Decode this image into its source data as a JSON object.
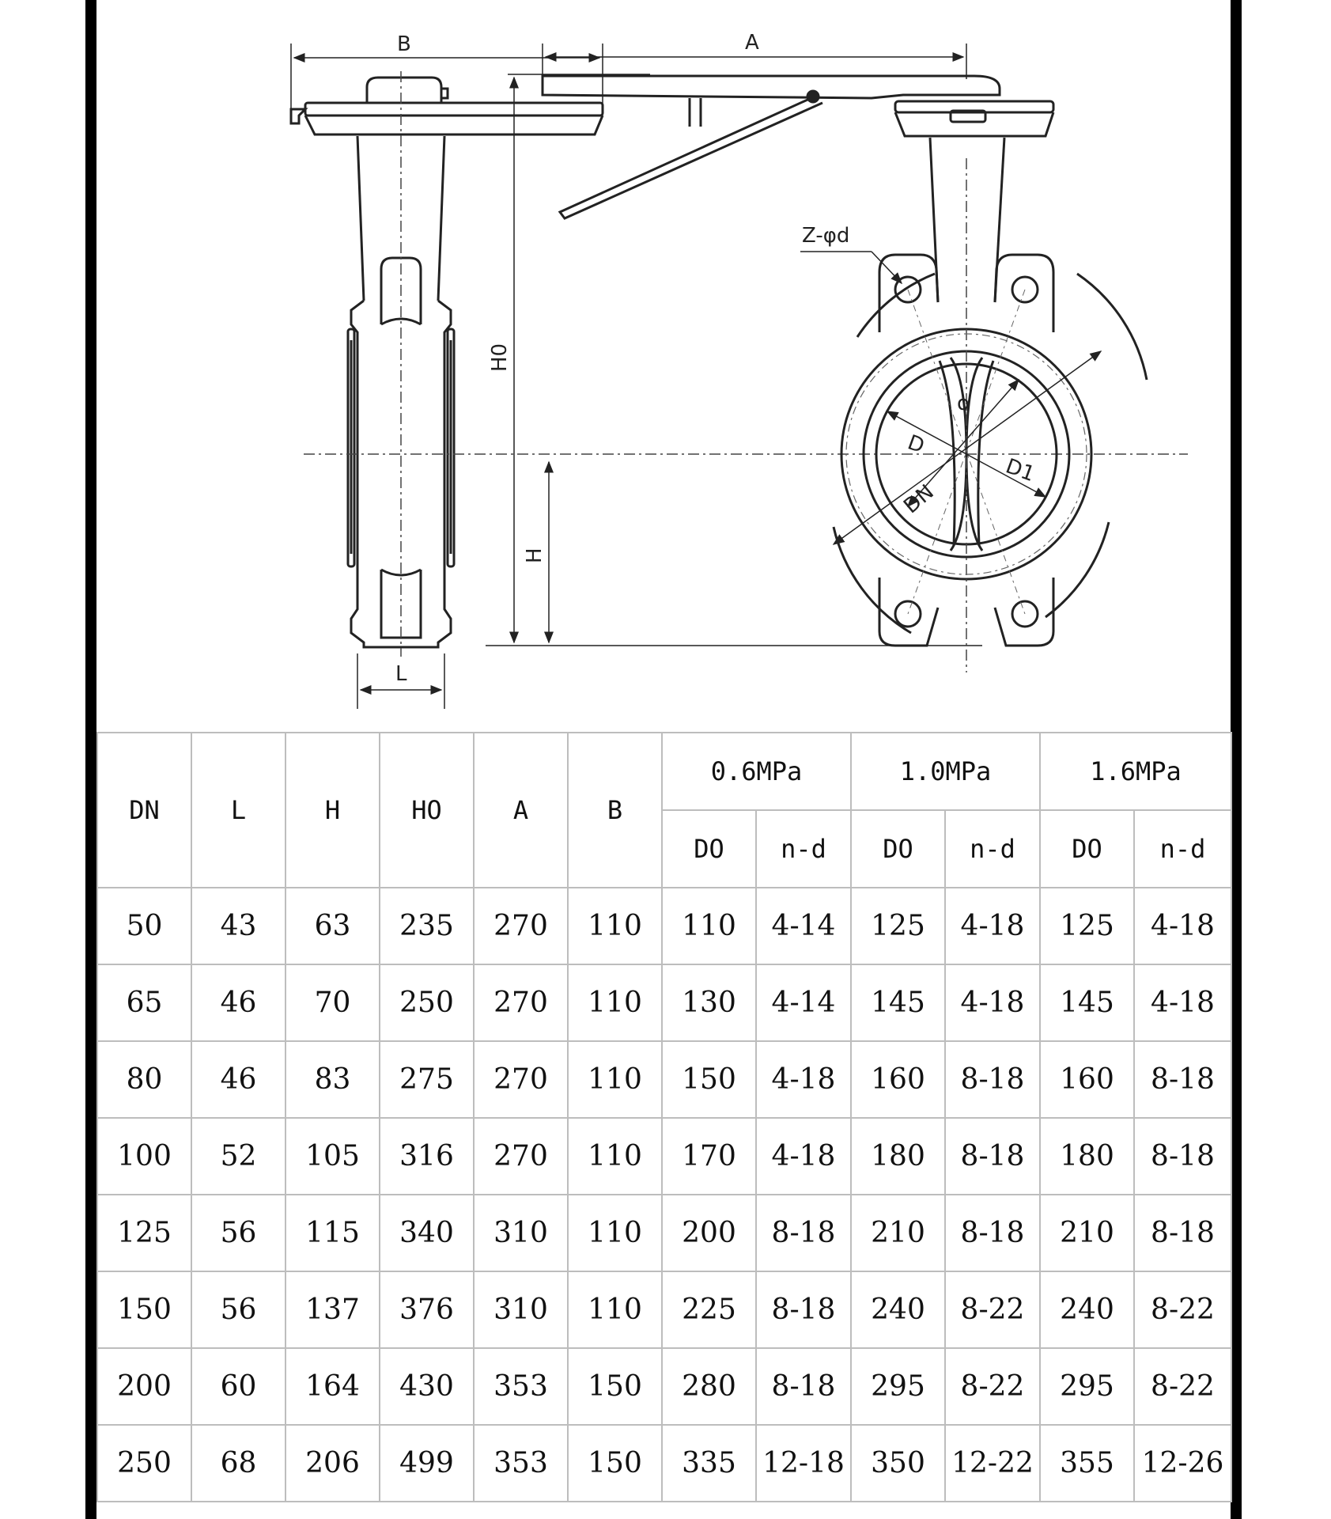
{
  "drawing": {
    "labels": {
      "B": "B",
      "A": "A",
      "H0": "H0",
      "H": "H",
      "L": "L",
      "Zd": "Z-φd",
      "D": "D",
      "D1": "D1",
      "DN": "DN",
      "O": "o"
    }
  },
  "table": {
    "headers": {
      "DN": "DN",
      "L": "L",
      "H": "H",
      "H0": "HO",
      "A": "A",
      "B": "B",
      "p06": "0.6MPa",
      "p10": "1.0MPa",
      "p16": "1.6MPa",
      "sub": [
        "DO",
        "n-d",
        "DO",
        "n-d",
        "DO",
        "n-d"
      ]
    },
    "rows": [
      [
        "50",
        "43",
        "63",
        "235",
        "270",
        "110",
        "110",
        "4-14",
        "125",
        "4-18",
        "125",
        "4-18"
      ],
      [
        "65",
        "46",
        "70",
        "250",
        "270",
        "110",
        "130",
        "4-14",
        "145",
        "4-18",
        "145",
        "4-18"
      ],
      [
        "80",
        "46",
        "83",
        "275",
        "270",
        "110",
        "150",
        "4-18",
        "160",
        "8-18",
        "160",
        "8-18"
      ],
      [
        "100",
        "52",
        "105",
        "316",
        "270",
        "110",
        "170",
        "4-18",
        "180",
        "8-18",
        "180",
        "8-18"
      ],
      [
        "125",
        "56",
        "115",
        "340",
        "310",
        "110",
        "200",
        "8-18",
        "210",
        "8-18",
        "210",
        "8-18"
      ],
      [
        "150",
        "56",
        "137",
        "376",
        "310",
        "110",
        "225",
        "8-18",
        "240",
        "8-22",
        "240",
        "8-22"
      ],
      [
        "200",
        "60",
        "164",
        "430",
        "353",
        "150",
        "280",
        "8-18",
        "295",
        "8-22",
        "295",
        "8-22"
      ],
      [
        "250",
        "68",
        "206",
        "499",
        "353",
        "150",
        "335",
        "12-18",
        "350",
        "12-22",
        "355",
        "12-26"
      ]
    ]
  }
}
